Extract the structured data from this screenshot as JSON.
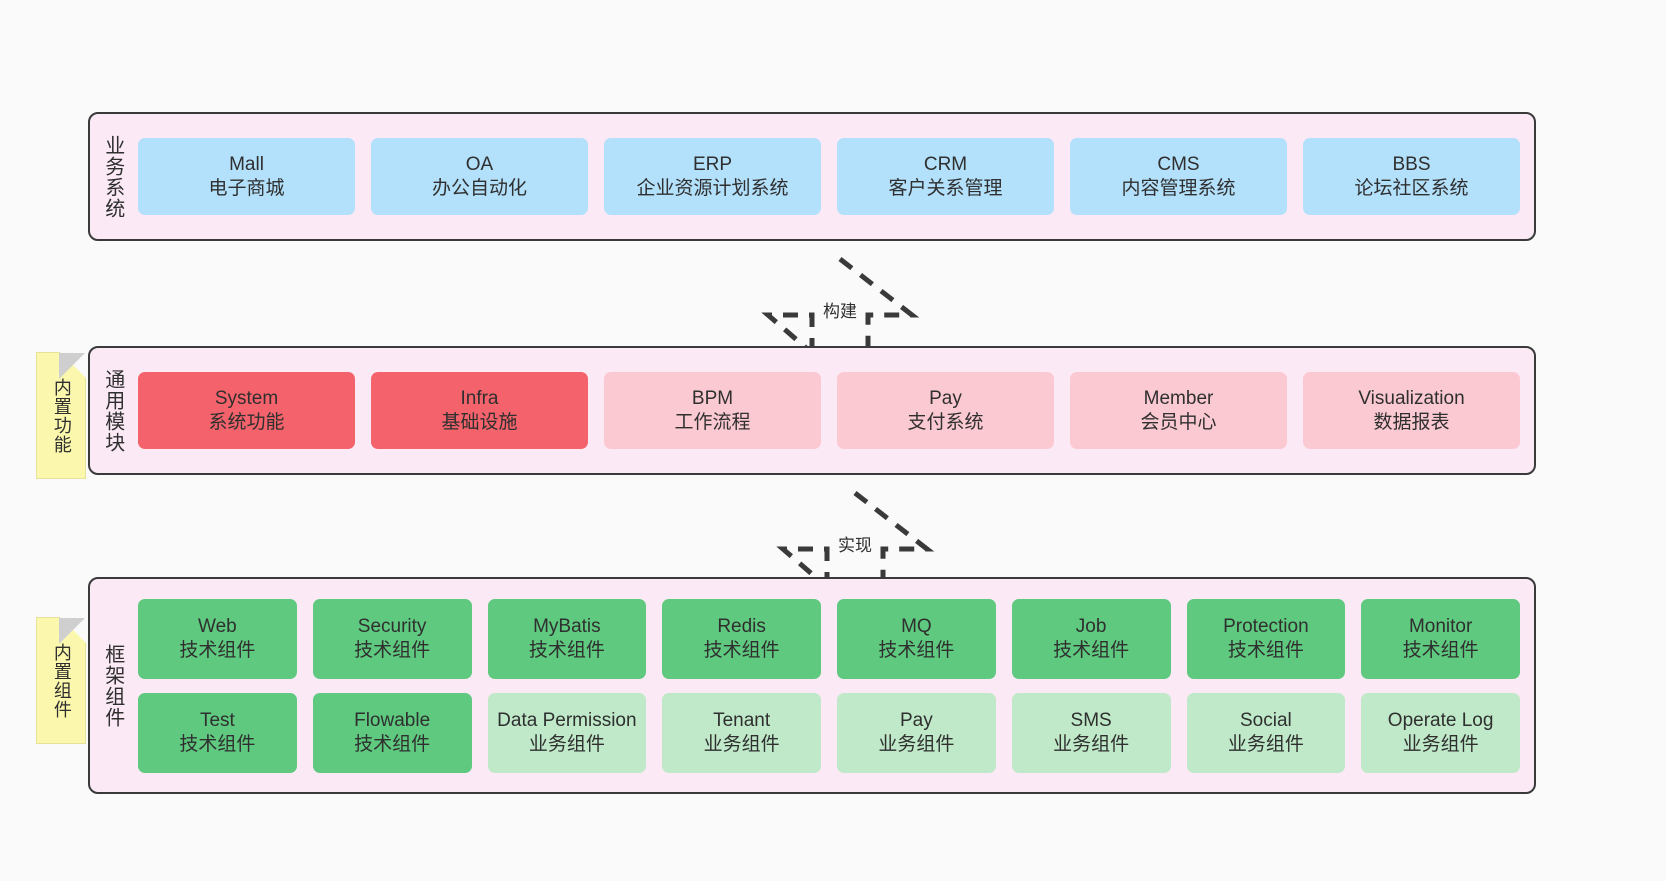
{
  "layers": [
    {
      "id": "business",
      "title": "业务系统",
      "rows": [
        [
          {
            "name": "Mall",
            "desc": "电子商城",
            "color": "#b3e0fb"
          },
          {
            "name": "OA",
            "desc": "办公自动化",
            "color": "#b3e0fb"
          },
          {
            "name": "ERP",
            "desc": "企业资源计划系统",
            "color": "#b3e0fb"
          },
          {
            "name": "CRM",
            "desc": "客户关系管理",
            "color": "#b3e0fb"
          },
          {
            "name": "CMS",
            "desc": "内容管理系统",
            "color": "#b3e0fb"
          },
          {
            "name": "BBS",
            "desc": "论坛社区系统",
            "color": "#b3e0fb"
          }
        ]
      ]
    },
    {
      "id": "modules",
      "title": "通用模块",
      "rows": [
        [
          {
            "name": "System",
            "desc": "系统功能",
            "color": "#f4636b"
          },
          {
            "name": "Infra",
            "desc": "基础设施",
            "color": "#f4636b"
          },
          {
            "name": "BPM",
            "desc": "工作流程",
            "color": "#fbc9d2"
          },
          {
            "name": "Pay",
            "desc": "支付系统",
            "color": "#fbc9d2"
          },
          {
            "name": "Member",
            "desc": "会员中心",
            "color": "#fbc9d2"
          },
          {
            "name": "Visualization",
            "desc": "数据报表",
            "color": "#fbc9d2"
          }
        ]
      ]
    },
    {
      "id": "framework",
      "title": "框架组件",
      "rows": [
        [
          {
            "name": "Web",
            "desc": "技术组件",
            "color": "#5ec97f"
          },
          {
            "name": "Security",
            "desc": "技术组件",
            "color": "#5ec97f"
          },
          {
            "name": "MyBatis",
            "desc": "技术组件",
            "color": "#5ec97f"
          },
          {
            "name": "Redis",
            "desc": "技术组件",
            "color": "#5ec97f"
          },
          {
            "name": "MQ",
            "desc": "技术组件",
            "color": "#5ec97f"
          },
          {
            "name": "Job",
            "desc": "技术组件",
            "color": "#5ec97f"
          },
          {
            "name": "Protection",
            "desc": "技术组件",
            "color": "#5ec97f"
          },
          {
            "name": "Monitor",
            "desc": "技术组件",
            "color": "#5ec97f"
          }
        ],
        [
          {
            "name": "Test",
            "desc": "技术组件",
            "color": "#5ec97f"
          },
          {
            "name": "Flowable",
            "desc": "技术组件",
            "color": "#5ec97f"
          },
          {
            "name": "Data Permission",
            "desc": "业务组件",
            "color": "#bfe9c8"
          },
          {
            "name": "Tenant",
            "desc": "业务组件",
            "color": "#bfe9c8"
          },
          {
            "name": "Pay",
            "desc": "业务组件",
            "color": "#bfe9c8"
          },
          {
            "name": "SMS",
            "desc": "业务组件",
            "color": "#bfe9c8"
          },
          {
            "name": "Social",
            "desc": "业务组件",
            "color": "#bfe9c8"
          },
          {
            "name": "Operate Log",
            "desc": "业务组件",
            "color": "#bfe9c8"
          }
        ]
      ]
    }
  ],
  "notes": [
    {
      "id": "functions",
      "label": "内置功能"
    },
    {
      "id": "components",
      "label": "内置组件"
    }
  ],
  "arrows": [
    {
      "id": "build",
      "label": "构建"
    },
    {
      "id": "impl",
      "label": "实现"
    }
  ],
  "colors": {
    "panel_background": "#fbeaf5",
    "panel_border": "#3a3a3a",
    "page_background": "#fafafa",
    "note_background": "#fbf8ae",
    "note_fold": "#cfcfcf",
    "business_box": "#b3e0fb",
    "module_core_box": "#f4636b",
    "module_box": "#fbc9d2",
    "tech_component_box": "#5ec97f",
    "business_component_box": "#bfe9c8",
    "arrow_stroke": "#3a3a3a",
    "text": "#2f2f2f"
  }
}
